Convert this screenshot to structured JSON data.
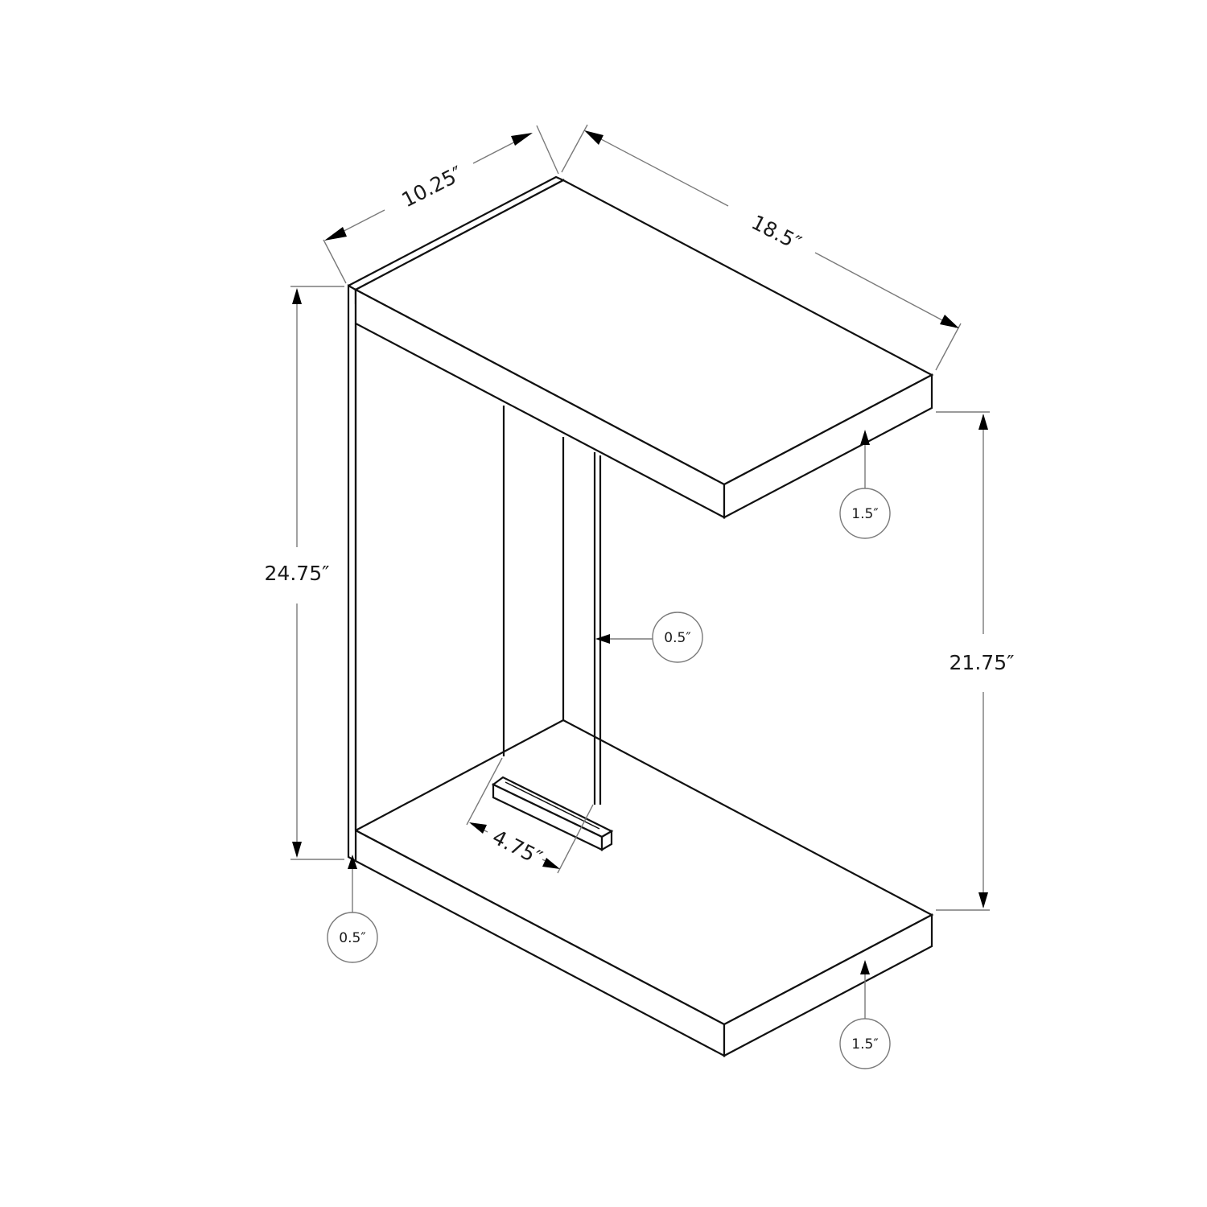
{
  "figure": {
    "type": "dimension-drawing",
    "subject": "C-shaped side table with clear acrylic panel",
    "colors": {
      "background": "#ffffff",
      "object_line": "#111111",
      "dimension_line": "#7a7a7a",
      "arrowhead": "#000000"
    }
  },
  "dimensions": {
    "depth": "10.25″",
    "width": "18.5″",
    "total_height": "24.75″",
    "clearance_height": "21.75″",
    "slot_length": "4.75″"
  },
  "callouts": {
    "top_thickness": "1.5″",
    "panel_thickness": "0.5″",
    "side_thickness": "0.5″",
    "base_thickness": "1.5″"
  }
}
